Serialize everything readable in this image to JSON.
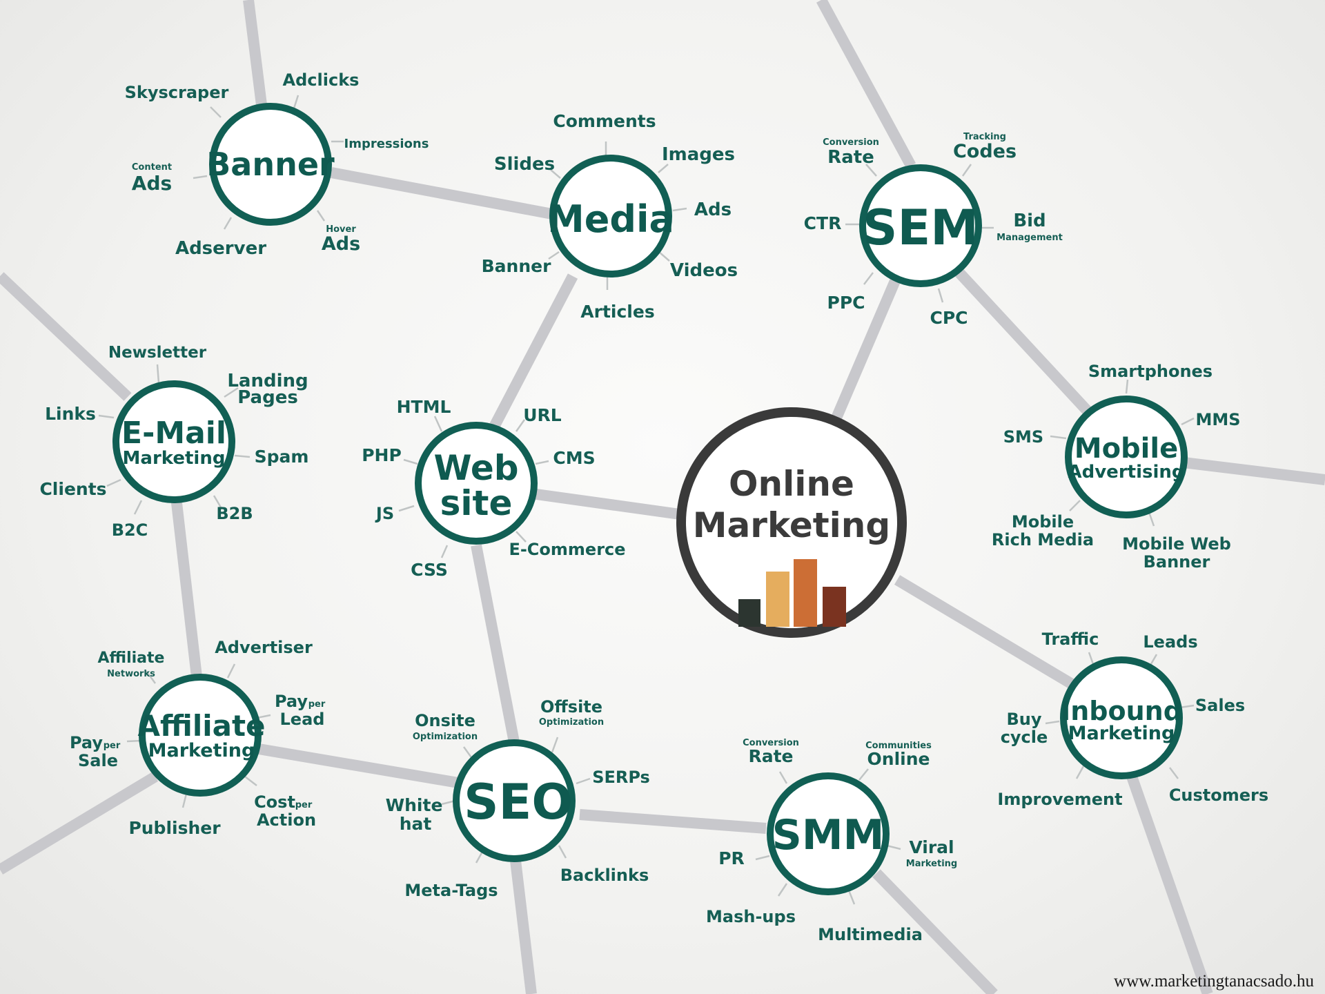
{
  "center": {
    "line1": "Online",
    "line2": "Marketing",
    "bar_colors": [
      "#2c3530",
      "#e5ad5e",
      "#cc6e35",
      "#7a3320"
    ]
  },
  "hubs": {
    "banner": {
      "title": "Banner",
      "labels": {
        "skyscraper": "Skyscraper",
        "adclicks": "Adclicks",
        "impressions": "Impressions",
        "content_small": "Content",
        "content_big": "Ads",
        "adserver": "Adserver",
        "hover_small": "Hover",
        "hover_big": "Ads"
      }
    },
    "media": {
      "title": "Media",
      "labels": {
        "comments": "Comments",
        "slides": "Slides",
        "images": "Images",
        "ads": "Ads",
        "banner": "Banner",
        "videos": "Videos",
        "articles": "Articles"
      }
    },
    "sem": {
      "title": "SEM",
      "labels": {
        "conv_small": "Conversion",
        "conv_big": "Rate",
        "track_small": "Tracking",
        "track_big": "Codes",
        "ctr": "CTR",
        "bid_big": "Bid",
        "bid_small": "Management",
        "ppc": "PPC",
        "cpc": "CPC"
      }
    },
    "email": {
      "title_1": "E-Mail",
      "title_2": "Marketing",
      "labels": {
        "newsletter": "Newsletter",
        "landing_1": "Landing",
        "landing_2": "Pages",
        "links": "Links",
        "spam": "Spam",
        "clients": "Clients",
        "b2b": "B2B",
        "b2c": "B2C"
      }
    },
    "website": {
      "title_1": "Web",
      "title_2": "site",
      "labels": {
        "html": "HTML",
        "url": "URL",
        "php": "PHP",
        "cms": "CMS",
        "js": "JS",
        "ecommerce": "E-Commerce",
        "css": "CSS"
      }
    },
    "mobile": {
      "title_1": "Mobile",
      "title_2": "Advertising",
      "labels": {
        "smartphones": "Smartphones",
        "sms": "SMS",
        "mms": "MMS",
        "rich_1": "Mobile",
        "rich_2": "Rich Media",
        "webbanner_1": "Mobile Web",
        "webbanner_2": "Banner"
      }
    },
    "affiliate": {
      "title_1": "Affiliate",
      "title_2": "Marketing",
      "labels": {
        "networks_big": "Affiliate",
        "networks_small": "Networks",
        "advertiser": "Advertiser",
        "lead_big": "Pay",
        "lead_small": "per",
        "lead_big2": "Lead",
        "sale_big": "Pay",
        "sale_small": "per",
        "sale_big2": "Sale",
        "publisher": "Publisher",
        "action_big": "Cost",
        "action_small": "per",
        "action_big2": "Action"
      }
    },
    "seo": {
      "title": "SEO",
      "labels": {
        "onsite_big": "Onsite",
        "onsite_small": "Optimization",
        "offsite_big": "Offsite",
        "offsite_small": "Optimization",
        "serps": "SERPs",
        "white_1": "White",
        "white_2": "hat",
        "metatags": "Meta-Tags",
        "backlinks": "Backlinks"
      }
    },
    "smm": {
      "title": "SMM",
      "labels": {
        "conv_small": "Conversion",
        "conv_big": "Rate",
        "comm_small": "Communities",
        "comm_big": "Online",
        "viral_big": "Viral",
        "viral_small": "Marketing",
        "pr": "PR",
        "mashups": "Mash-ups",
        "multimedia": "Multimedia"
      }
    },
    "inbound": {
      "title_1": "Inbound",
      "title_2": "Marketing",
      "labels": {
        "traffic": "Traffic",
        "leads": "Leads",
        "sales": "Sales",
        "buy_1": "Buy",
        "buy_2": "cycle",
        "improvement": "Improvement",
        "customers": "Customers"
      }
    }
  },
  "footer": {
    "url": "www.marketingtanacsado.hu"
  }
}
